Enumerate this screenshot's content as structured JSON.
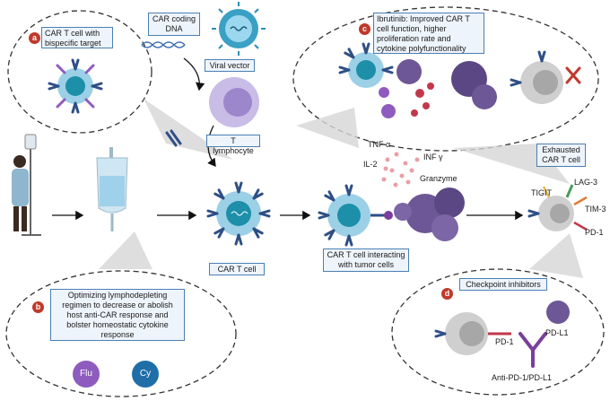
{
  "labels": {
    "car_coding_dna": "CAR coding\nDNA",
    "viral_vector": "Viral vector",
    "t_lymphocyte": "T lymphocyte",
    "car_t_cell": "CAR T cell",
    "car_t_interacting": "CAR T cell interacting\nwith tumor cells",
    "exhausted_car_t": "Exhausted\nCAR T cell",
    "tnf": "TNF α",
    "il2": "IL-2",
    "inf": "INF γ",
    "granzyme": "Granzyme",
    "tigit": "TIGIT",
    "lag3": "LAG-3",
    "tim3": "TIM-3",
    "pd1_exhausted": "PD-1",
    "pd1_inhib": "PD-1",
    "pdl1": "PD-L1",
    "anti_pd1": "Anti-PD-1/PD-L1"
  },
  "panels": {
    "a": {
      "badge": "a",
      "text": "CAR T cell with\nbispecific target"
    },
    "b": {
      "badge": "b",
      "text": "Optimizing lymphodepleting\nregimen to decrease or abolish\nhost anti-CAR response and\nbolster homeostatic cytokine\nresponse"
    },
    "c": {
      "badge": "c",
      "text": "Ibrutinib: Improved CAR T\ncell function, higher\nproliferation rate and\ncytokine polyfunctionality"
    },
    "d": {
      "badge": "d",
      "text": "Checkpoint inhibitors"
    }
  },
  "drugs": {
    "flu": "Flu",
    "cy": "Cy"
  },
  "colors": {
    "car_t_outer": "#9bd0e6",
    "car_t_inner": "#1e8fa8",
    "receptor": "#2e4f86",
    "tumor": "#6d5796",
    "exhausted": "#cfcfcf",
    "lymphocyte": "#b8a6db",
    "badge": "#c0392b",
    "box_border": "#4a7fb5",
    "flu": "#8e5bbf",
    "cy": "#1f6ea8"
  },
  "icons": [
    "patient-icon",
    "iv-bag-icon",
    "virus-icon",
    "dna-icon",
    "inhibitor-cross-icon"
  ]
}
